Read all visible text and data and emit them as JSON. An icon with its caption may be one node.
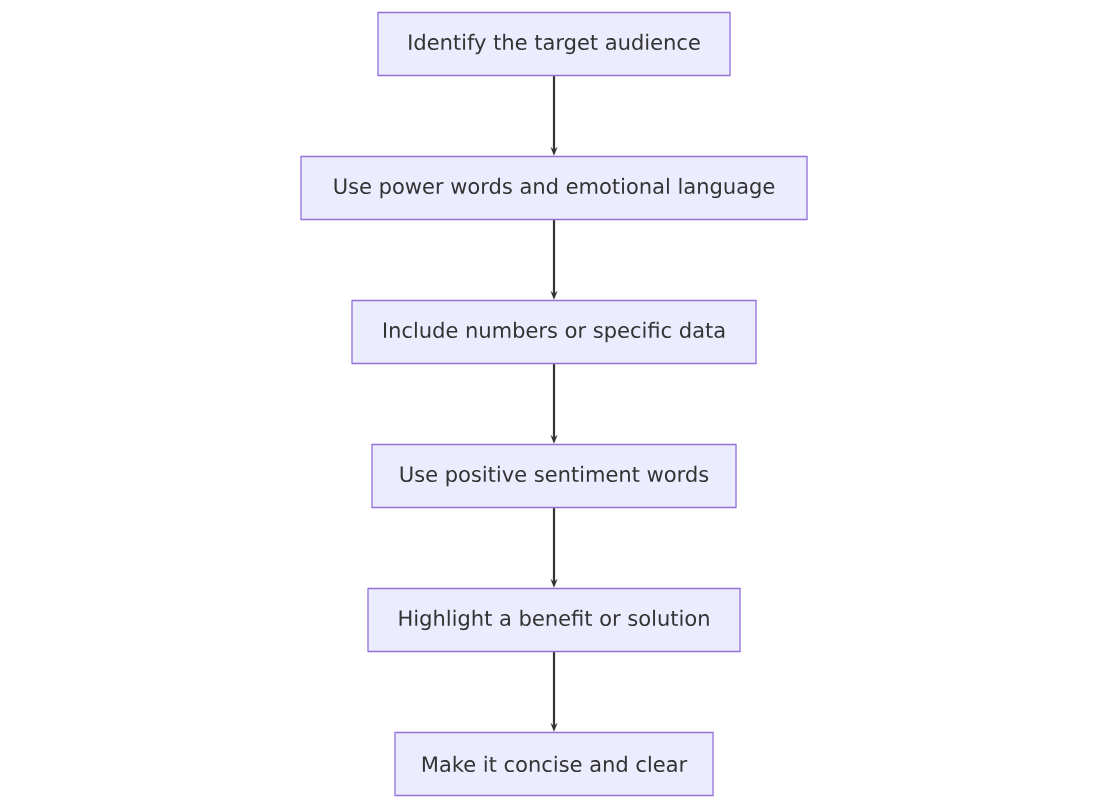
{
  "diagram": {
    "nodes": [
      {
        "text": [
          "Identify the target audience"
        ]
      },
      {
        "text": [
          "Use power words and emotional language"
        ]
      },
      {
        "text": [
          "Include numbers or specific data"
        ]
      },
      {
        "text": [
          "Use positive sentiment words"
        ]
      },
      {
        "text": [
          "Highlight a benefit or solution"
        ]
      },
      {
        "text": [
          "Make it concise and clear"
        ]
      }
    ],
    "edges": [
      {
        "from": 0,
        "to": 1,
        "arrow": "to"
      },
      {
        "from": 1,
        "to": 2,
        "arrow": "to"
      },
      {
        "from": 2,
        "to": 3,
        "arrow": "to"
      },
      {
        "from": 3,
        "to": 4,
        "arrow": "to"
      },
      {
        "from": 4,
        "to": 5,
        "arrow": "to"
      }
    ]
  }
}
